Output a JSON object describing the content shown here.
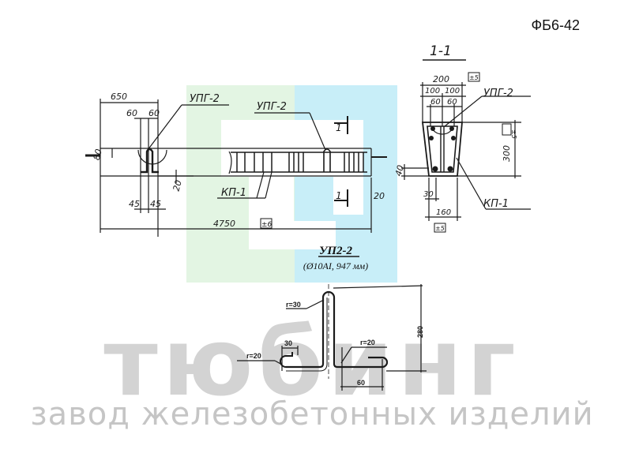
{
  "sheet": {
    "code": "ФБ6-42"
  },
  "logo": {
    "colors": {
      "green": "#e3f5e3",
      "blue": "#c8eef8"
    }
  },
  "elevation": {
    "labels": {
      "upg_left": "УПГ-2",
      "upg_mid": "УПГ-2",
      "kp": "КП-1",
      "section_mark": "1"
    },
    "dims": {
      "end_length": "650",
      "spacing_a": "60",
      "spacing_b": "60",
      "height_top": "80",
      "bottom_cover": "20",
      "hook_a": "45",
      "hook_b": "45",
      "total_length": "4750",
      "total_tol": "±6",
      "right_cover": "20",
      "right_side": "40"
    }
  },
  "section": {
    "title": "1-1",
    "labels": {
      "upg": "УПГ-2",
      "kp": "КП-1"
    },
    "dims": {
      "top_width": "200",
      "top_tol": "±5",
      "half_a": "100",
      "half_b": "100",
      "inner_a": "60",
      "inner_b": "60",
      "height": "300",
      "height_tol": "±5",
      "left_offset": "40",
      "bottom_cover": "30",
      "bottom_width": "160",
      "bottom_tol": "±5"
    }
  },
  "detail": {
    "title": "УП2-2",
    "subtitle": "(Ø10AI, 947 мм)",
    "dims": {
      "r_top": "r=30",
      "r_left": "r=20",
      "r_right": "r=20",
      "hook_left": "30",
      "hook_right": "60",
      "height": "280"
    }
  },
  "watermark": {
    "brand": "тюбинг",
    "tagline": "завод железобетонных изделий"
  }
}
